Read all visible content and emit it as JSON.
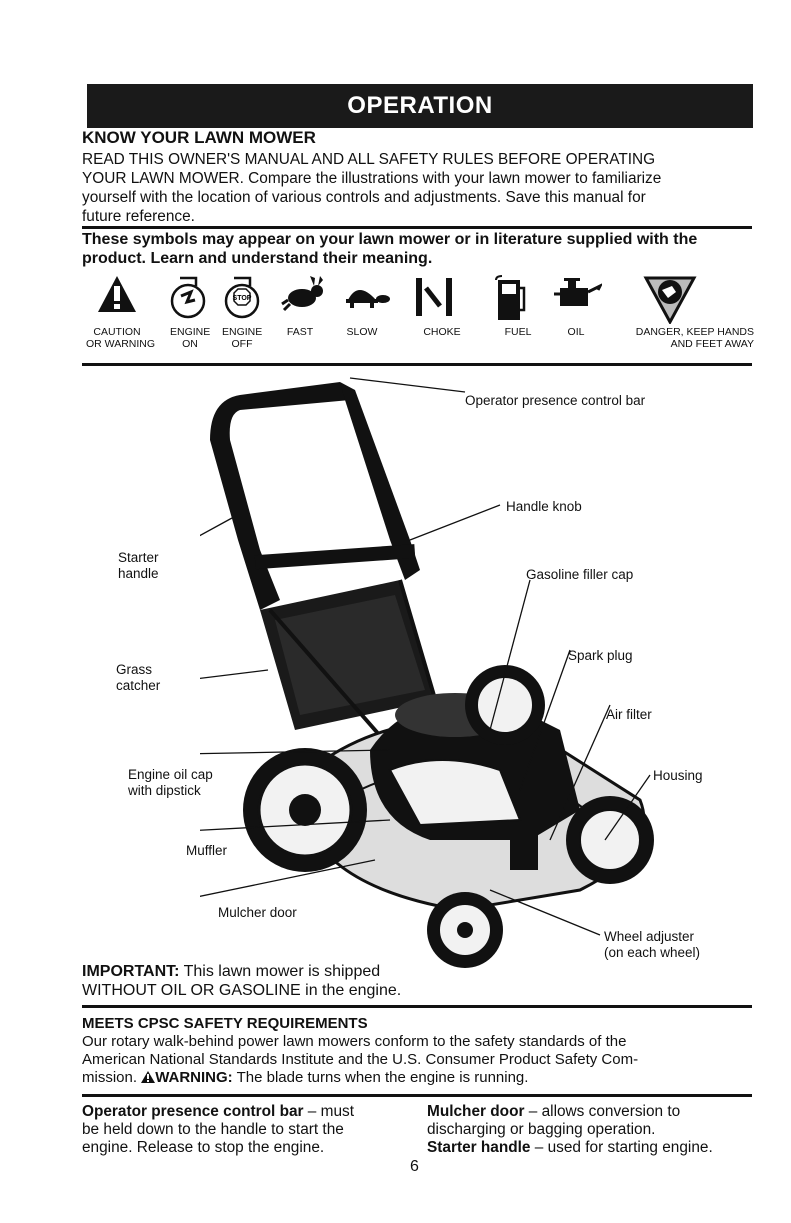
{
  "banner_title": "OPERATION",
  "heading": "KNOW YOUR LAWN MOWER",
  "intro_lines": [
    "READ THIS OWNER'S MANUAL AND ALL SAFETY RULES BEFORE OPERATING",
    "YOUR LAWN MOWER.  Compare the illustrations with your lawn mower to familiarize",
    "yourself with the location of various controls and adjustments.  Save this manual for",
    "future reference."
  ],
  "symbols_heading": "These symbols may appear on your lawn mower or in literature supplied with the product.  Learn and understand their meaning.",
  "symbols": [
    {
      "icon": "caution-triangle-icon",
      "line1": "CAUTION",
      "line2": "OR WARNING"
    },
    {
      "icon": "engine-on-icon",
      "line1": "ENGINE",
      "line2": "ON"
    },
    {
      "icon": "engine-off-icon",
      "line1": "ENGINE",
      "line2": "OFF",
      "stop_text": "STOP"
    },
    {
      "icon": "fast-rabbit-icon",
      "line1": "FAST",
      "line2": ""
    },
    {
      "icon": "slow-turtle-icon",
      "line1": "SLOW",
      "line2": ""
    },
    {
      "icon": "choke-icon",
      "line1": "CHOKE",
      "line2": ""
    },
    {
      "icon": "fuel-pump-icon",
      "line1": "FUEL",
      "line2": ""
    },
    {
      "icon": "oil-can-icon",
      "line1": "OIL",
      "line2": ""
    },
    {
      "icon": "hand-blade-danger-icon",
      "line1": "DANGER, KEEP HANDS",
      "line2": "AND FEET AWAY"
    }
  ],
  "callouts": {
    "operator_bar": "Operator presence control bar",
    "handle_knob": "Handle knob",
    "starter_handle_1": "Starter",
    "starter_handle_2": "handle",
    "gas_cap": "Gasoline filler cap",
    "grass_catcher_1": "Grass",
    "grass_catcher_2": "catcher",
    "spark_plug": "Spark plug",
    "air_filter": "Air filter",
    "oil_cap_1": "Engine oil cap",
    "oil_cap_2": "with dipstick",
    "housing": "Housing",
    "muffler": "Muffler",
    "mulcher_door": "Mulcher door",
    "wheel_adjuster_1": "Wheel adjuster",
    "wheel_adjuster_2": "(on each wheel)"
  },
  "important_label": "IMPORTANT:",
  "important_line1": " This lawn mower is shipped",
  "important_line2": "WITHOUT OIL OR GASOLINE in the engine.",
  "meets_heading": "MEETS CPSC SAFETY REQUIREMENTS",
  "meets_line1": "Our rotary walk-behind power lawn mowers conform to the safety standards of the",
  "meets_line2": "American National Standards Institute and the U.S. Consumer Product Safety Com-",
  "meets_line3_pre": "mission.  ",
  "meets_warning_label": "WARNING:",
  "meets_line3_post": " The blade turns when the engine is running.",
  "defs_left": {
    "term": "Operator presence control bar",
    "line1_rest": " – must",
    "line2": "be held down to the handle to start the",
    "line3": "engine.  Release to stop the engine."
  },
  "defs_right": [
    {
      "term": "Mulcher door",
      "rest": " – allows conversion to",
      "line2": "discharging or bagging operation."
    },
    {
      "term": "Starter handle",
      "rest": " – used for starting engine.",
      "line2": ""
    }
  ],
  "page_number": "6"
}
